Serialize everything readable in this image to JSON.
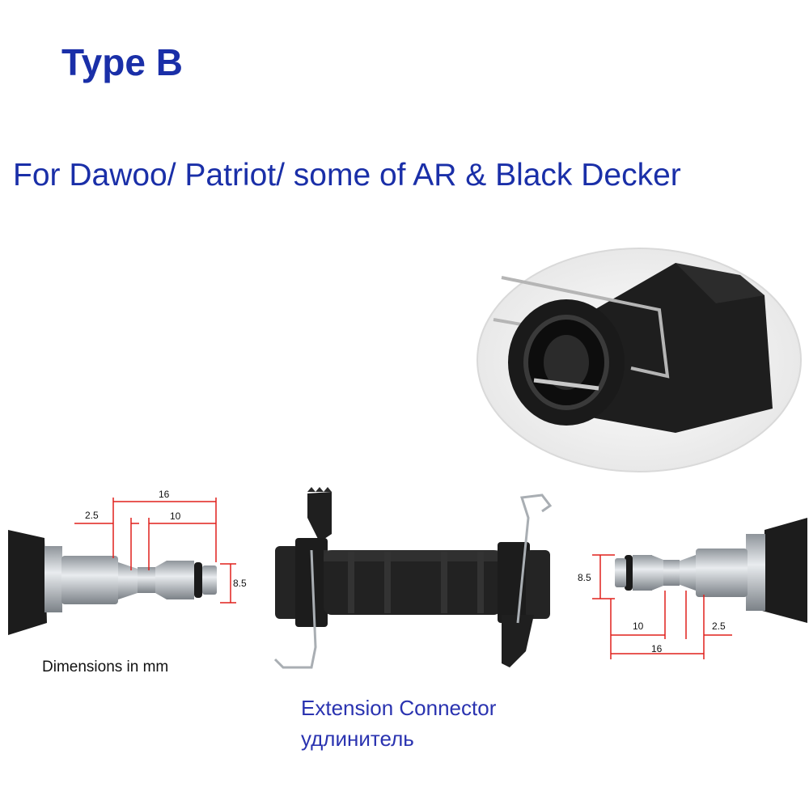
{
  "heading": {
    "title": "Type B",
    "subtitle": "For Dawoo/ Patriot/ some of AR & Black Decker"
  },
  "left_adapter": {
    "dim_total": "16",
    "dim_groove": "2.5",
    "dim_tip": "10",
    "dim_diameter": "8.5",
    "note": "Dimensions in mm"
  },
  "right_adapter": {
    "dim_total": "16",
    "dim_groove": "2.5",
    "dim_tip": "10",
    "dim_diameter": "8.5"
  },
  "connector": {
    "caption_en": "Extension Connector",
    "caption_ru": "удлинитель"
  },
  "colors": {
    "heading": "#1a2fa8",
    "caption": "#2a33b0",
    "dimension_lines": "#e0201c",
    "plastic": "#1c1c1c",
    "metal": "#b8bdc3"
  }
}
